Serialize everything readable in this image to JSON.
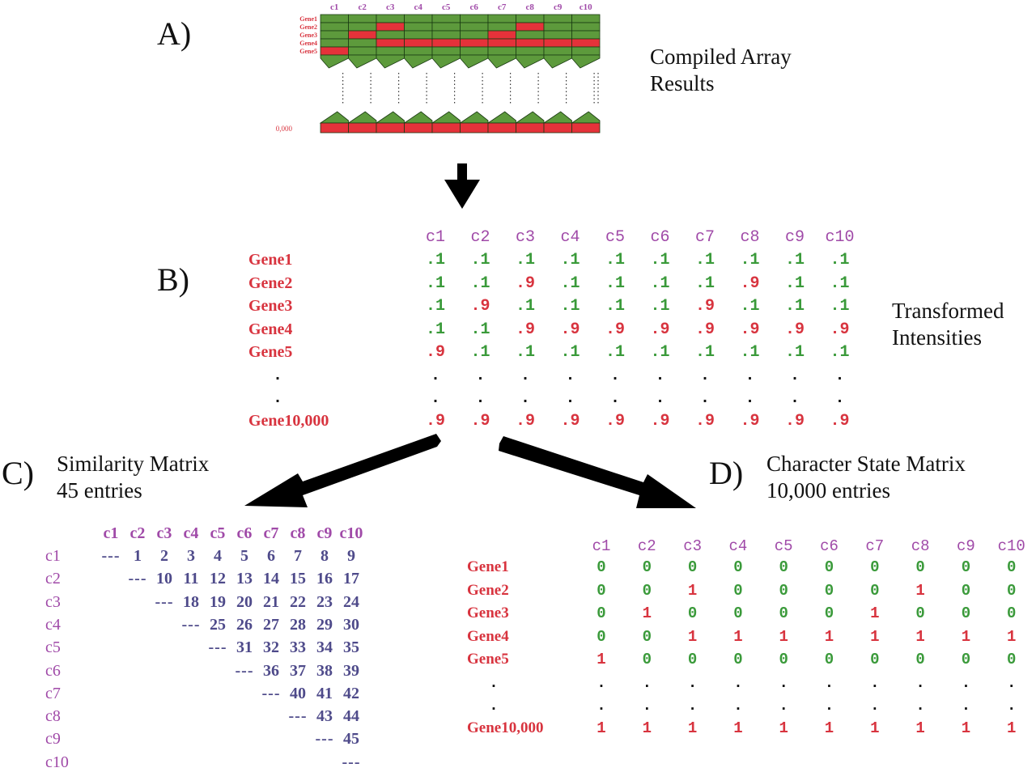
{
  "panels": {
    "a": {
      "letter": "A)",
      "caption_line1": "Compiled Array",
      "caption_line2": "Results"
    },
    "b": {
      "letter": "B)",
      "caption_line1": "Transformed",
      "caption_line2": "Intensities"
    },
    "c": {
      "letter": "C)",
      "caption_line1": "Similarity Matrix",
      "caption_line2": "45 entries"
    },
    "d": {
      "letter": "D)",
      "caption_line1": "Character State Matrix",
      "caption_line2": "10,000 entries"
    }
  },
  "columns": [
    "c1",
    "c2",
    "c3",
    "c4",
    "c5",
    "c6",
    "c7",
    "c8",
    "c9",
    "c10"
  ],
  "genes": [
    "Gene1",
    "Gene2",
    "Gene3",
    "Gene4",
    "Gene5"
  ],
  "last_gene": "Gene10,000",
  "array_states": [
    [
      0,
      0,
      0,
      0,
      0,
      0,
      0,
      0,
      0,
      0
    ],
    [
      0,
      0,
      1,
      0,
      0,
      0,
      0,
      1,
      0,
      0
    ],
    [
      0,
      1,
      0,
      0,
      0,
      0,
      1,
      0,
      0,
      0
    ],
    [
      0,
      0,
      1,
      1,
      1,
      1,
      1,
      1,
      1,
      1
    ],
    [
      1,
      0,
      0,
      0,
      0,
      0,
      0,
      0,
      0,
      0
    ]
  ],
  "last_state": [
    1,
    1,
    1,
    1,
    1,
    1,
    1,
    1,
    1,
    1
  ],
  "intensity_low": ".1",
  "intensity_high": ".9",
  "state_low": "0",
  "state_high": "1",
  "ellipsis_dot": ".",
  "similarity": {
    "diag": "---",
    "rows": [
      [
        "1",
        "2",
        "3",
        "4",
        "5",
        "6",
        "7",
        "8",
        "9"
      ],
      [
        "10",
        "11",
        "12",
        "13",
        "14",
        "15",
        "16",
        "17"
      ],
      [
        "18",
        "19",
        "20",
        "21",
        "22",
        "23",
        "24"
      ],
      [
        "25",
        "26",
        "27",
        "28",
        "29",
        "30"
      ],
      [
        "31",
        "32",
        "33",
        "34",
        "35"
      ],
      [
        "36",
        "37",
        "38",
        "39"
      ],
      [
        "40",
        "41",
        "42"
      ],
      [
        "43",
        "44"
      ],
      [
        "45"
      ],
      []
    ]
  },
  "colors": {
    "green": "#3a9a3a",
    "red": "#d8343f",
    "cell_green": "#5d9a3c",
    "cell_red": "#e5323a",
    "purple": "#a04aa8",
    "navy": "#4e4a8a"
  }
}
